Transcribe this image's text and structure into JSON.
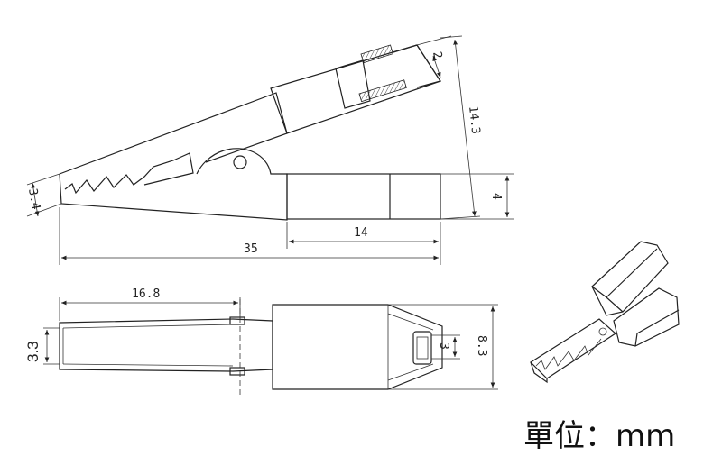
{
  "dimensions": {
    "jaw_tip": "3.4",
    "insulator_top": "2",
    "total_height": "14.3",
    "sleeve_height": "4",
    "total_length": "35",
    "sleeve_length": "14",
    "jaw_length": "16.8",
    "jaw_width": "3.3",
    "slot_width": "3",
    "sleeve_width": "8.3"
  },
  "unit_label": "單位：mm"
}
